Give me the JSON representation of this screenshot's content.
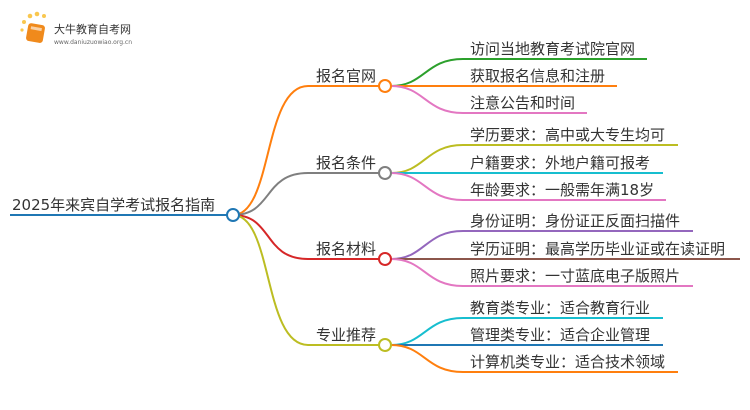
{
  "logo": {
    "title": "大牛教育自考网",
    "url": "www.daniuzuowiao.org.cn"
  },
  "root": {
    "label": "2025年来宾自学考试报名指南",
    "color": "#1f77b4"
  },
  "branches": [
    {
      "label": "报名官网",
      "color": "#ff7f0e",
      "leaves": [
        {
          "label": "访问当地教育考试院官网",
          "color": "#2ca02c"
        },
        {
          "label": "获取报名信息和注册",
          "color": "#ff7f0e"
        },
        {
          "label": "注意公告和时间",
          "color": "#e377c2"
        }
      ]
    },
    {
      "label": "报名条件",
      "color": "#7f7f7f",
      "leaves": [
        {
          "label": "学历要求：高中或大专生均可",
          "color": "#bcbd22"
        },
        {
          "label": "户籍要求：外地户籍可报考",
          "color": "#17becf"
        },
        {
          "label": "年龄要求：一般需年满18岁",
          "color": "#e377c2"
        }
      ]
    },
    {
      "label": "报名材料",
      "color": "#d62728",
      "leaves": [
        {
          "label": "身份证明：身份证正反面扫描件",
          "color": "#9467bd"
        },
        {
          "label": "学历证明：最高学历毕业证或在读证明",
          "color": "#8c564b"
        },
        {
          "label": "照片要求：一寸蓝底电子版照片",
          "color": "#e377c2"
        }
      ]
    },
    {
      "label": "专业推荐",
      "color": "#bcbd22",
      "leaves": [
        {
          "label": "教育类专业：适合教育行业",
          "color": "#17becf"
        },
        {
          "label": "管理类专业：适合企业管理",
          "color": "#1f77b4"
        },
        {
          "label": "计算机类专业：适合技术领域",
          "color": "#ff7f0e"
        }
      ]
    }
  ]
}
